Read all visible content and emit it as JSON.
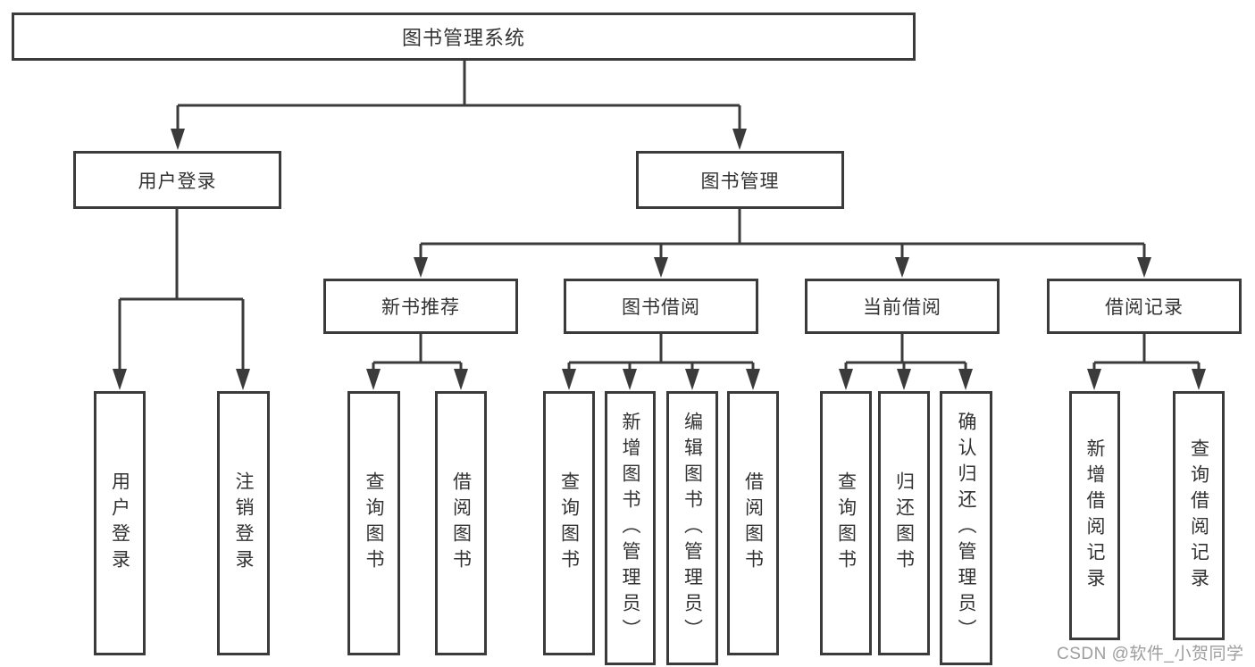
{
  "diagram_title": "图书管理系统",
  "tree": {
    "label": "图书管理系统",
    "children": [
      {
        "label": "用户登录",
        "children": [
          {
            "label": "用户登录"
          },
          {
            "label": "注销登录"
          }
        ]
      },
      {
        "label": "图书管理",
        "children": [
          {
            "label": "新书推荐",
            "children": [
              {
                "label": "查询图书"
              },
              {
                "label": "借阅图书"
              }
            ]
          },
          {
            "label": "图书借阅",
            "children": [
              {
                "label": "查询图书"
              },
              {
                "label": "新增图书（管理员）"
              },
              {
                "label": "编辑图书（管理员）"
              },
              {
                "label": "借阅图书"
              }
            ]
          },
          {
            "label": "当前借阅",
            "children": [
              {
                "label": "查询图书"
              },
              {
                "label": "归还图书"
              },
              {
                "label": "确认归还（管理员）"
              }
            ]
          },
          {
            "label": "借阅记录",
            "children": [
              {
                "label": "新增借阅记录"
              },
              {
                "label": "查询借阅记录"
              }
            ]
          }
        ]
      }
    ]
  },
  "watermark": {
    "text": "CSDN @软件_小贺同学"
  },
  "colors": {
    "border": "#3b3b3b",
    "line": "#3b3b3b",
    "text": "#333333",
    "watermark": "#9e9e9e",
    "background": "#ffffff"
  }
}
